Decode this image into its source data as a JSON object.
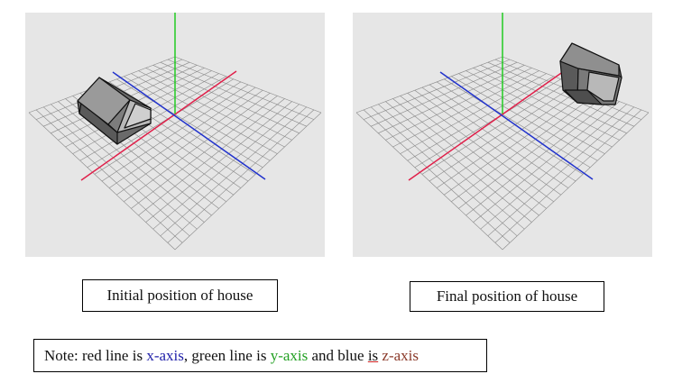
{
  "panels": [
    {
      "caption": "Initial position of house"
    },
    {
      "caption": "Final position of house"
    }
  ],
  "note": {
    "prefix": "Note: red line is ",
    "x_label": "x-axis",
    "mid1": ", green line is ",
    "y_label": "y-axis",
    "mid2": " and blue ",
    "is_word": "is",
    "mid3": " ",
    "z_label": "z-axis"
  },
  "colors": {
    "viewport_bg": "#e6e6e6",
    "grid": "#888888",
    "x_axis": "#e0204a",
    "y_axis": "#22cc22",
    "z_axis": "#2233cc",
    "house_dark": "#5a5a5a",
    "house_mid": "#8a8a8a",
    "house_light": "#b8b8b8"
  }
}
